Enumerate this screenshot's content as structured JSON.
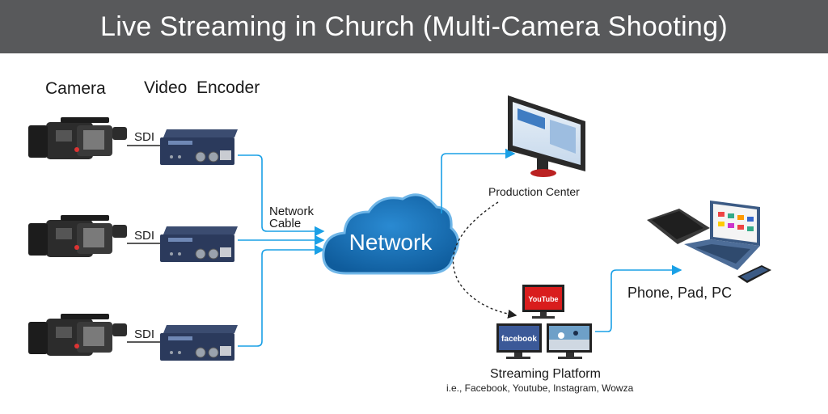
{
  "title": "Live Streaming in Church (Multi-Camera Shooting)",
  "labels": {
    "camera": "Camera",
    "encoder": "Video  Encoder",
    "sdi": "SDI",
    "network_cable_line1": "Network",
    "network_cable_line2": "Cable",
    "network": "Network",
    "production_center": "Production Center",
    "devices": "Phone, Pad, PC",
    "streaming_platform": "Streaming Platform",
    "streaming_examples": "i.e., Facebook, Youtube, Instagram, Wowza"
  },
  "platforms": {
    "youtube": "YouTube",
    "facebook": "facebook"
  },
  "colors": {
    "title_bg": "#58595b",
    "arrow": "#1aa0e6",
    "cloud": "#1671b4",
    "encoder": "#2b3a5c",
    "camera": "#2c2c2c"
  }
}
